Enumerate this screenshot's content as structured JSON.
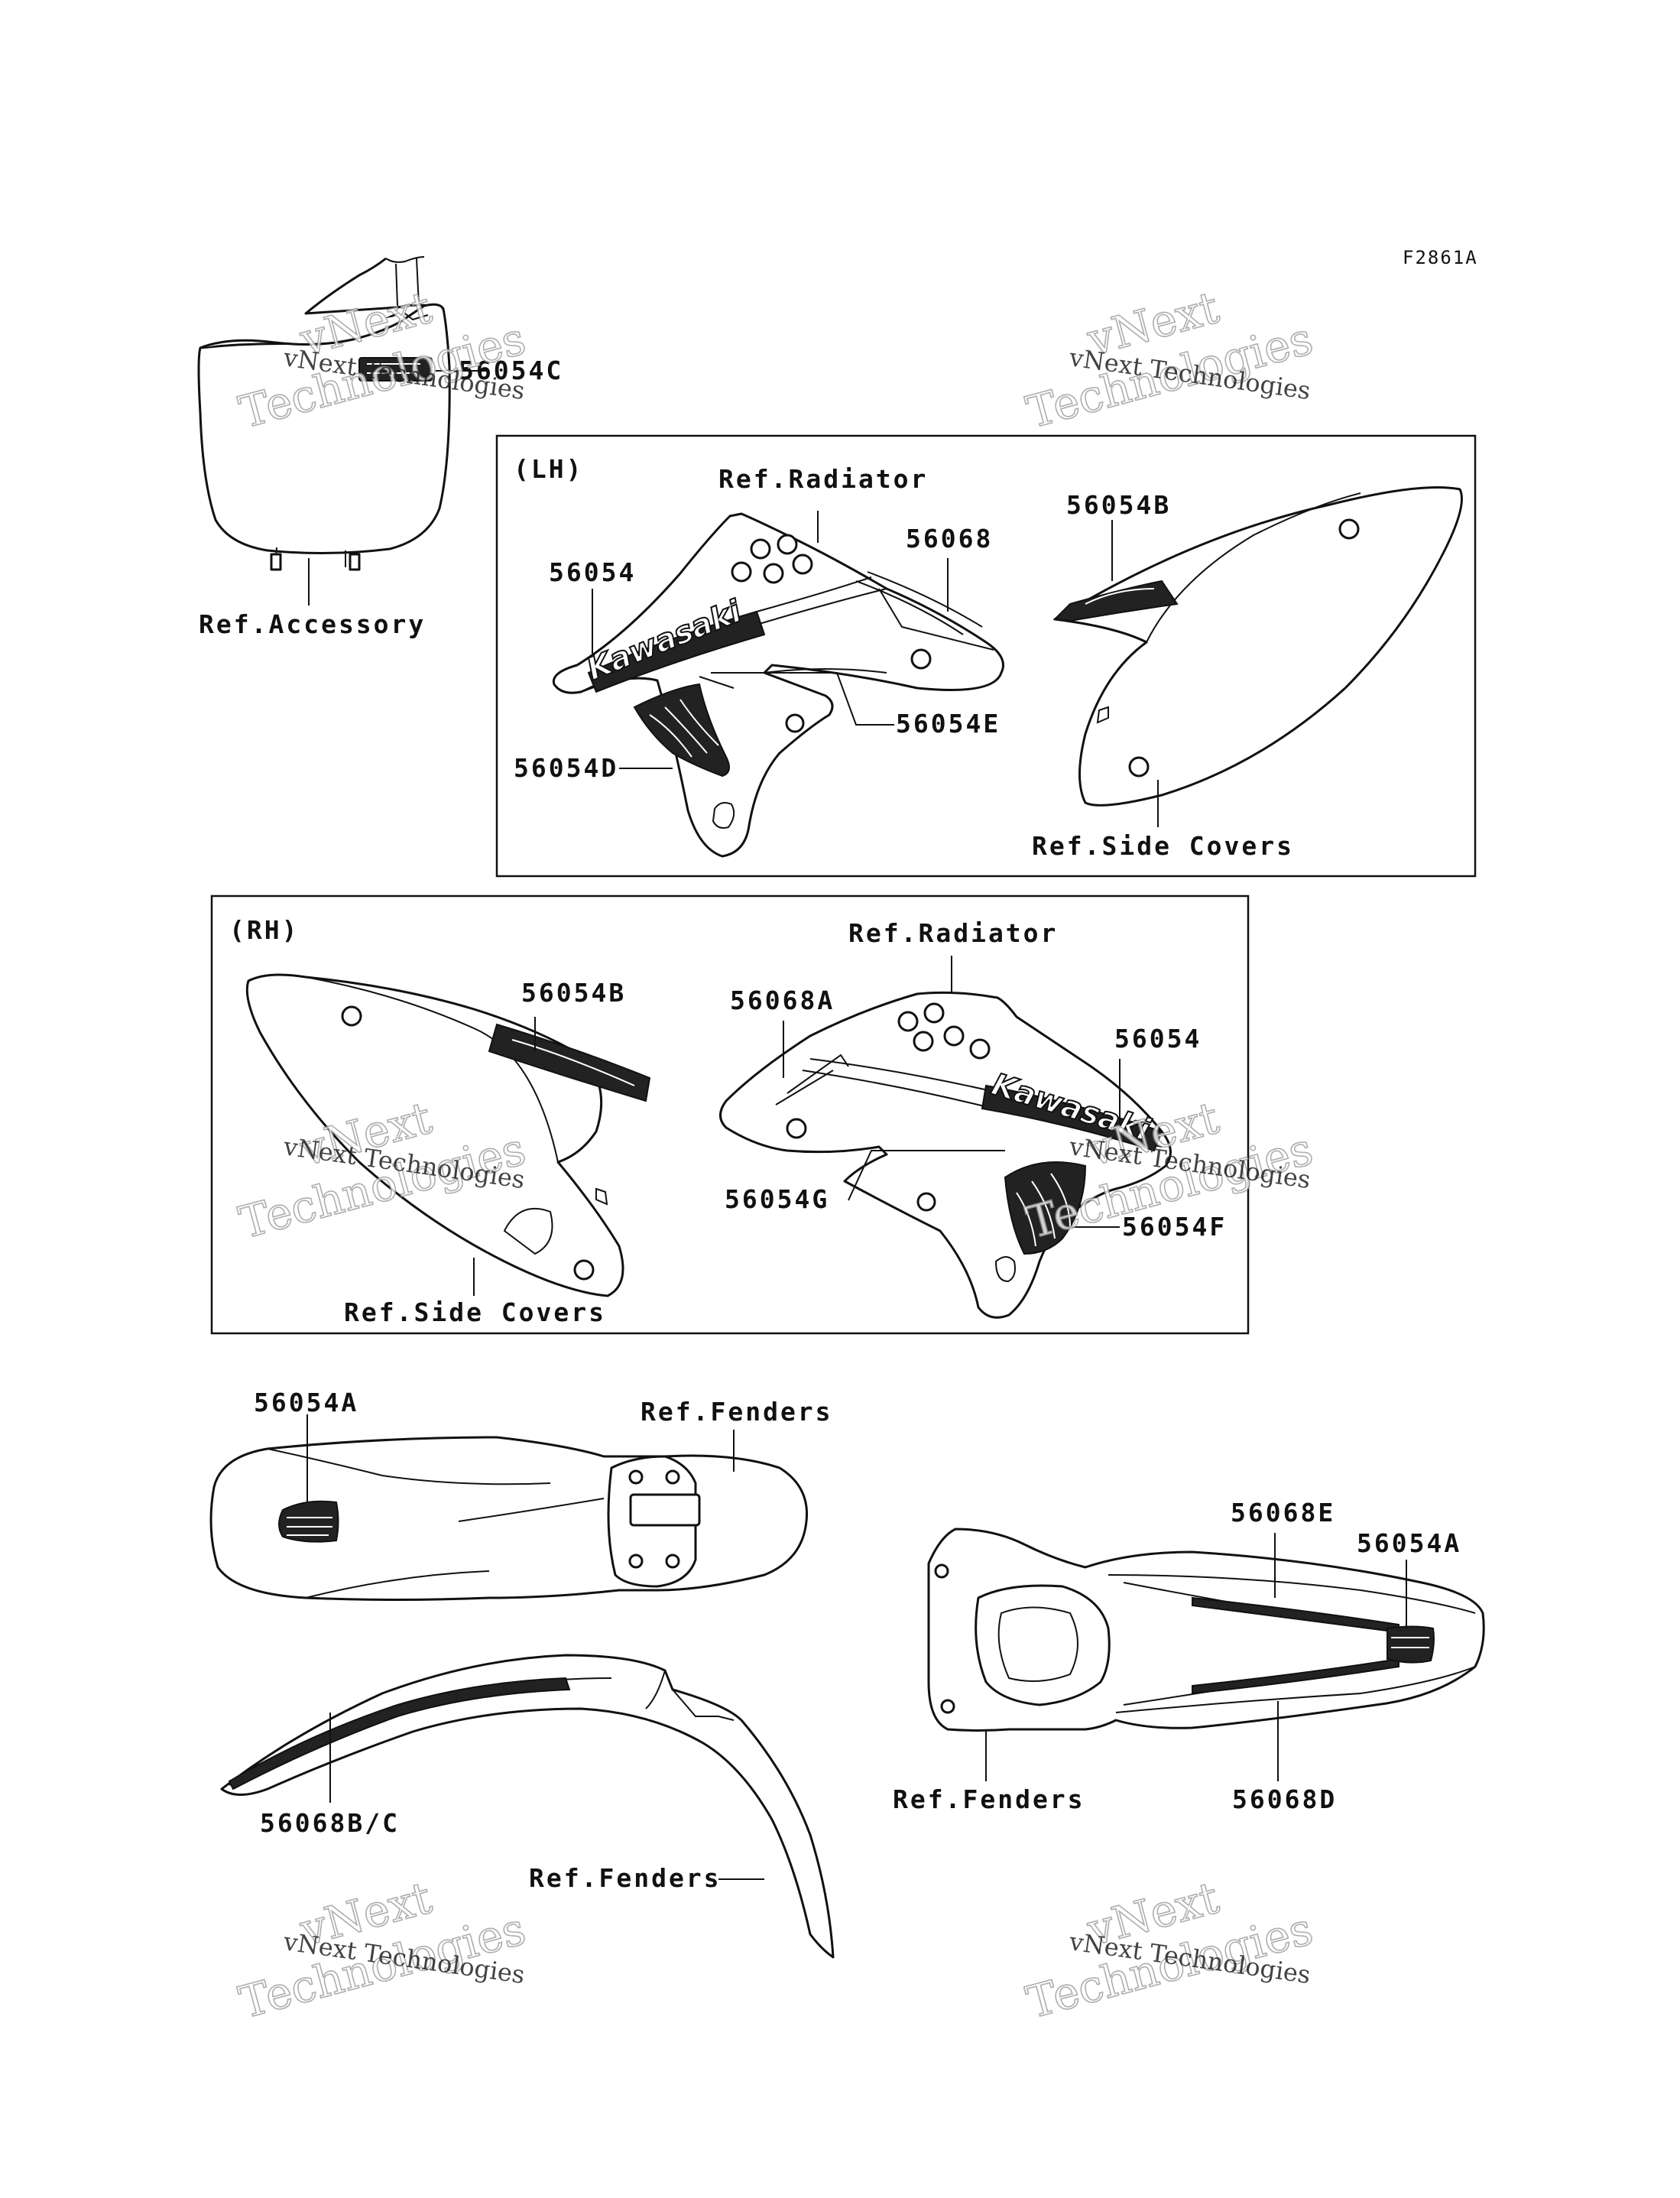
{
  "figure_code": "F2861A",
  "watermark": {
    "line1": "vNext",
    "line2": "Technologies",
    "overlay": "vNext Technologies"
  },
  "sections": {
    "lh": "(LH)",
    "rh": "(RH)"
  },
  "brand_text": "Kawasaki",
  "labels": {
    "p_56054C": "56054C",
    "ref_accessory": "Ref.Accessory",
    "lh_ref_radiator": "Ref.Radiator",
    "lh_56054": "56054",
    "lh_56068": "56068",
    "lh_56054B": "56054B",
    "lh_56054E": "56054E",
    "lh_56054D": "56054D",
    "lh_ref_side_covers": "Ref.Side Covers",
    "rh_ref_radiator": "Ref.Radiator",
    "rh_56054B": "56054B",
    "rh_56068A": "56068A",
    "rh_56054": "56054",
    "rh_56054G": "56054G",
    "rh_56054F": "56054F",
    "rh_ref_side_covers": "Ref.Side Covers",
    "p_56054A_left": "56054A",
    "ref_fenders_top": "Ref.Fenders",
    "p_56068E": "56068E",
    "p_56054A_right": "56054A",
    "p_56068BC": "56068B/C",
    "ref_fenders_rear": "Ref.Fenders",
    "p_56068D": "56068D",
    "ref_fenders_front": "Ref.Fenders"
  }
}
